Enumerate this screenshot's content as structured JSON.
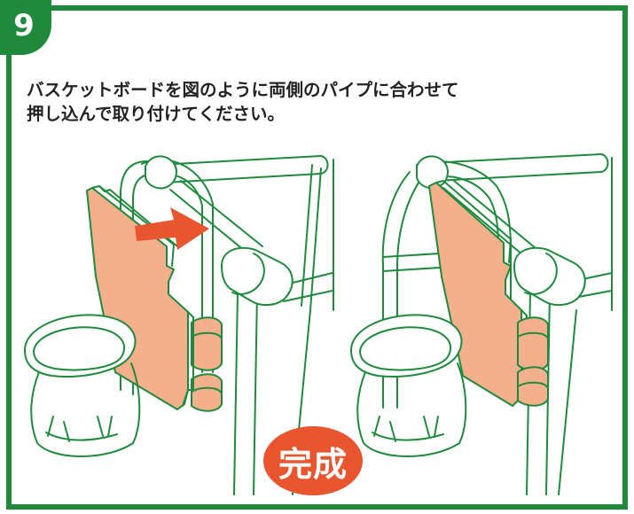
{
  "step": {
    "number": "9"
  },
  "instruction": {
    "line1": "バスケットボードを図のように両側のパイプに合わせて",
    "line2": "押し込んで取り付けてください。"
  },
  "complete_badge": {
    "label": "完成"
  },
  "colors": {
    "frame_green": "#1f8a3c",
    "line_green": "#1f8a3c",
    "board_fill": "#f4b08c",
    "arrow_orange": "#e8552f",
    "badge_orange": "#e8552f"
  },
  "icons": {
    "arrow": "right-arrow-icon"
  }
}
